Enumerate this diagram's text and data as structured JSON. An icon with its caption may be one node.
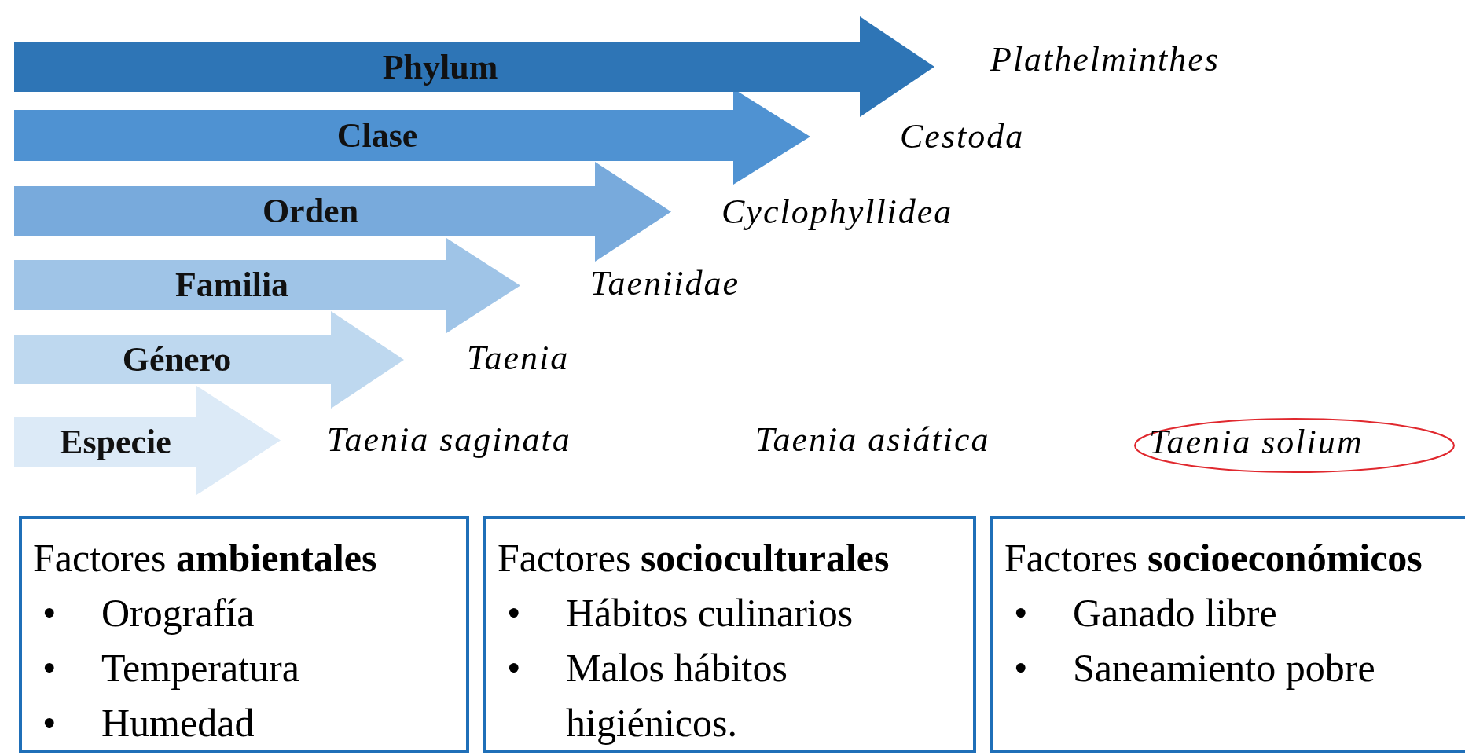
{
  "diagram": {
    "nodes": [
      {
        "text": [
          "Phylum"
        ]
      },
      {
        "text": [
          "Clase"
        ]
      },
      {
        "text": [
          "Orden"
        ]
      },
      {
        "text": [
          "Familia"
        ]
      },
      {
        "text": [
          "Género"
        ]
      },
      {
        "text": [
          "Especie"
        ]
      },
      {
        "text": [
          "Taenia solium"
        ]
      },
      {
        "text": [
          "Factores **ambientales**",
          "• Orografía",
          "• Temperatura",
          "• Humedad"
        ]
      },
      {
        "text": [
          "Factores **socioculturales**",
          "• Hábitos culinarios",
          "• Malos hábitos higiénicos."
        ]
      },
      {
        "text": [
          "Factores **socioeconómicos**",
          "• Ganado libre",
          "• Saneamiento pobre"
        ]
      }
    ],
    "labels": [
      "Plathelminthes",
      "Cestoda",
      "Cyclophyllidea",
      "Taeniidae",
      "Taenia",
      "Taenia saginata",
      "Taenia asiática"
    ]
  }
}
